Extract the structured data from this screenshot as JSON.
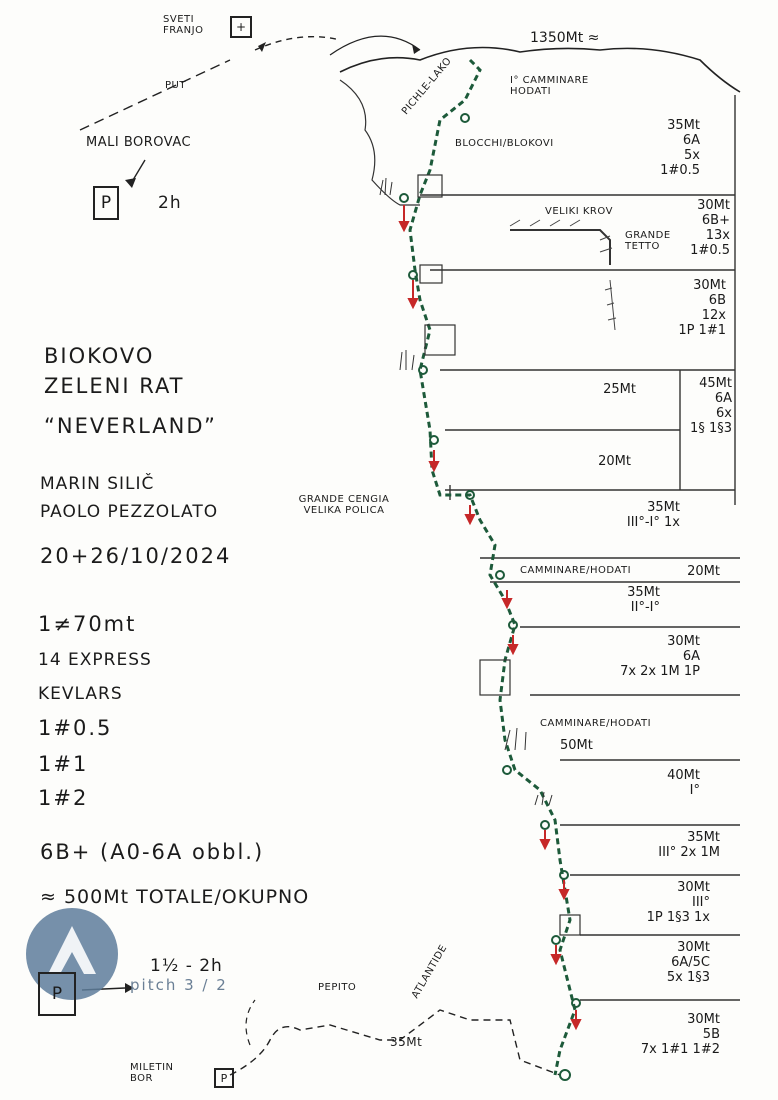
{
  "header": {
    "sveti_franjo": "SVETI FRANJO",
    "put": "PUT",
    "mali_borovac": "MALI BOROVAC",
    "parking": "P",
    "approach_time": "2h",
    "altitude": "1350Mt ≈",
    "cross": "+"
  },
  "route_info": {
    "region": "BIOKOVO",
    "sector": "ZELENI RAT",
    "route_name": "“NEVERLAND”",
    "author_1": "MARIN SILIČ",
    "author_2": "PAOLO PEZZOLATO",
    "date": "20+26/10/2024",
    "rope": "1≠70mt",
    "express": "14 EXPRESS",
    "kevlars": "KEVLARS",
    "cam_1": "1#0.5",
    "cam_2": "1#1",
    "cam_3": "1#2",
    "grade": "6B+ (A0-6A obbl.)",
    "total": "≈ 500Mt TOTALE/OKUPNO",
    "descent_time": "1½ - 2h",
    "watermark": "pitch 3 / 2"
  },
  "bottom_map": {
    "pepito": "PEPITO",
    "atlantide": "ATLANTIDE",
    "rappel": "35Mt",
    "miletin_bor": "MILETIN BOR",
    "parking": "P"
  },
  "topo_labels": {
    "pichle_lako": "PICHLE-LAKO",
    "camino_1": "I° CAMMINARE HODATI",
    "blocchi": "BLOCCHI/BLOKOVI",
    "veliki_krov": "VELIKI KROV",
    "grande_tetto": "GRANDE TETTO",
    "grande_cengia": "GRANDE CENGIA VELIKA POLICA",
    "camminare_1": "CAMMINARE/HODATI",
    "camminare_2": "CAMMINARE/HODATI"
  },
  "pitches": [
    {
      "len": "35Mt",
      "grade": "6A",
      "gear": "5x",
      "extra": "1#0.5"
    },
    {
      "len": "30Mt",
      "grade": "6B+",
      "gear": "13x",
      "extra": "1#0.5"
    },
    {
      "len": "30Mt",
      "grade": "6B",
      "gear": "12x",
      "extra": "1P 1#1"
    },
    {
      "len": "25Mt",
      "grade": "",
      "gear": "",
      "extra": ""
    },
    {
      "len": "20Mt",
      "grade": "",
      "gear": "",
      "extra": ""
    },
    {
      "len": "45Mt",
      "grade": "6A",
      "gear": "6x",
      "extra": "1§ 1§3"
    },
    {
      "len": "35Mt",
      "grade": "III°-I°",
      "gear": "1x",
      "extra": ""
    },
    {
      "len": "20Mt",
      "grade": "",
      "gear": "",
      "extra": ""
    },
    {
      "len": "35Mt",
      "grade": "II°-I°",
      "gear": "",
      "extra": ""
    },
    {
      "len": "30Mt",
      "grade": "6A",
      "gear": "7x 2x 1M 1P",
      "extra": ""
    },
    {
      "len": "50Mt",
      "grade": "",
      "gear": "",
      "extra": ""
    },
    {
      "len": "40Mt",
      "grade": "I°",
      "gear": "",
      "extra": ""
    },
    {
      "len": "35Mt",
      "grade": "III°",
      "gear": "2x 1M",
      "extra": ""
    },
    {
      "len": "30Mt",
      "grade": "III°",
      "gear": "1P 1§3 1x",
      "extra": ""
    },
    {
      "len": "30Mt",
      "grade": "6A/5C",
      "gear": "5x 1§3",
      "extra": ""
    },
    {
      "len": "30Mt",
      "grade": "5B",
      "gear": "7x 1#1 1#2",
      "extra": ""
    }
  ]
}
